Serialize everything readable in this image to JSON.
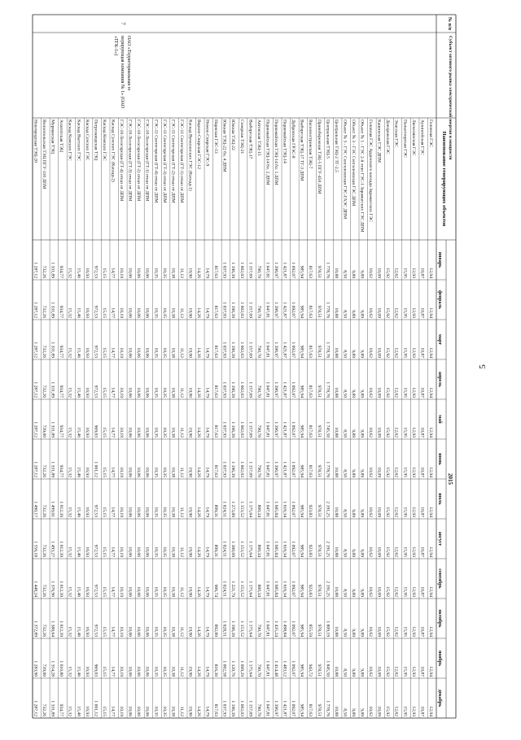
{
  "document": {
    "page_number": "5",
    "header": {
      "col_num": "№ п/п",
      "col_subject": "Субъект оптового рынка электрической энергии и мощности",
      "col_objects": "Наименование генерирующих объектов",
      "year": "2015",
      "months": [
        "январь",
        "февраль",
        "март",
        "апрель",
        "май",
        "июнь",
        "июль",
        "август",
        "сентябрь",
        "октябрь",
        "ноябрь",
        "декабрь"
      ]
    },
    "row_number": "7",
    "subject": "ОАО «Территориальная генерирующая компания № 1» (ОАО «ТГК-1»)",
    "rows": [
      {
        "name": "Головная ГЭС",
        "vals": [
          "12,94",
          "12,94",
          "12,94",
          "12,94",
          "12,94",
          "12,94",
          "12,94",
          "12,94",
          "12,94",
          "12,94",
          "12,94",
          "12,94"
        ]
      },
      {
        "name": "Аунинойская ГЭС",
        "vals": [
          "10,87",
          "10,87",
          "10,87",
          "10,87",
          "10,87",
          "10,87",
          "10,87",
          "10,87",
          "10,87",
          "10,87",
          "10,87",
          "10,87"
        ]
      },
      {
        "name": "Ляскелянская ГЭС",
        "vals": [
          "12,93",
          "12,93",
          "12,93",
          "12,93",
          "12,93",
          "12,93",
          "12,93",
          "12,93",
          "12,93",
          "12,93",
          "12,93",
          "12,93"
        ]
      },
      {
        "name": "Пальеозерская ГЭС",
        "vals": [
          "15,95",
          "15,95",
          "15,95",
          "15,95",
          "15,95",
          "15,95",
          "15,95",
          "15,95",
          "15,95",
          "15,95",
          "15,95",
          "15,95"
        ]
      },
      {
        "name": "Эпасская ГЭС",
        "vals": [
          "12,62",
          "12,62",
          "12,62",
          "12,62",
          "12,62",
          "12,62",
          "12,62",
          "12,62",
          "12,62",
          "12,62",
          "12,62",
          "12,62"
        ]
      },
      {
        "name": "Днепровская ГЭС",
        "vals": [
          "15,92",
          "15,92",
          "15,92",
          "15,92",
          "15,92",
          "15,92",
          "15,92",
          "15,92",
          "15,92",
          "15,92",
          "15,92",
          "15,92"
        ]
      },
      {
        "name": "Кашинская ГЭС ДПМ",
        "vals": [
          "10,09",
          "10,09",
          "10,09",
          "10,09",
          "10,09",
          "10,09",
          "10,09",
          "10,09",
          "10,09",
          "10,09",
          "10,09",
          "10,09"
        ]
      },
      {
        "name": "Головная ГЭС Ардонского каскада Зарамагских ГЭС",
        "vals": [
          "10,62",
          "10,62",
          "10,62",
          "10,62",
          "10,62",
          "10,62",
          "10,62",
          "10,62",
          "10,62",
          "10,62",
          "10,62",
          "10,62"
        ]
      },
      {
        "name": "Объект № 1 - ГЭС 2-й этап ГЭС-1 Зарамагских ГЭС ДПМ",
        "vals": [
          "9,89",
          "9,89",
          "9,89",
          "9,89",
          "9,89",
          "9,89",
          "9,89",
          "9,89",
          "9,89",
          "9,89",
          "9,89",
          "9,89"
        ]
      },
      {
        "name": "Объект № 3 - ГЭС Сенгилеевская ГЭС ДПМ",
        "vals": [
          "9,89",
          "9,89",
          "9,89",
          "9,89",
          "9,89",
          "9,89",
          "9,89",
          "9,89",
          "9,89",
          "9,89",
          "9,89",
          "9,89"
        ]
      },
      {
        "name": "Объект № 3 - ГЭС Сенгилеевская ГЭС-ГАЭС ДПМ",
        "vals": [
          "8,50",
          "8,50",
          "8,50",
          "8,50",
          "8,50",
          "8,50",
          "8,50",
          "8,50",
          "8,50",
          "8,50",
          "8,50",
          "8,50"
        ]
      },
      {
        "name": "Центральная ТЭЦ-2 ТГ-2,5",
        "vals": [
          "10,88",
          "10,88",
          "10,88",
          "10,88",
          "10,88",
          "10,88",
          "10,88",
          "10,88",
          "10,88",
          "10,88",
          "10,88",
          "10,88"
        ]
      },
      {
        "name": "Центральная ТЭЦ-5",
        "vals": [
          "1 778,76",
          "1 778,76",
          "1 778,76",
          "1 778,76",
          "1 745,50",
          "1 778,76",
          "2 191,25",
          "2 191,25",
          "2 191,25",
          "1 809,19",
          "1 845,50",
          "1 778,76"
        ]
      },
      {
        "name": "Правобережная ТЭЦ-5 ПГУ-450 ДПМ",
        "vals": [
          "978,51",
          "978,51",
          "978,51",
          "978,51",
          "978,51",
          "978,51",
          "978,51",
          "978,51",
          "978,51",
          "978,51",
          "978,51",
          "978,51"
        ]
      },
      {
        "name": "Василеостровская ТЭЦ-7",
        "vals": [
          "817,63",
          "817,63",
          "817,63",
          "817,63",
          "817,63",
          "817,63",
          "923,83",
          "923,83",
          "923,83",
          "855,59",
          "943,72",
          "817,63"
        ]
      },
      {
        "name": "Выборгская ТЭЦ-17 ТГ-3 ДПМ",
        "vals": [
          "985,94",
          "985,94",
          "985,94",
          "985,94",
          "985,94",
          "985,94",
          "985,94",
          "985,94",
          "985,94",
          "985,94",
          "985,94",
          "985,94"
        ]
      },
      {
        "name": "Дубровская ГРЭС-8",
        "vals": [
          "1 092,07",
          "1 092,07",
          "1 092,07",
          "1 092,07",
          "1 092,07",
          "1 092,07",
          "1 092,07",
          "1 092,07",
          "1 092,07",
          "1 092,07",
          "1 092,07",
          "1 092,07"
        ]
      },
      {
        "name": "Первомайская ТЭЦ-14",
        "vals": [
          "1 421,87",
          "1 421,87",
          "1 421,87",
          "1 421,87",
          "1 421,87",
          "1 421,87",
          "1 616,34",
          "1 616,34",
          "1 616,34",
          "1 498,84",
          "1 483,12",
          "1 421,87"
        ]
      },
      {
        "name": "Первомайская ТЭЦ-14 бл. 1 ДПМ",
        "vals": [
          "1 396,97",
          "1 396,97",
          "1 396,97",
          "1 396,97",
          "1 396,97",
          "1 396,97",
          "1 685,84",
          "1 685,84",
          "1 685,84",
          "1 435,24",
          "1 414,48",
          "1 396,97"
        ]
      },
      {
        "name": "Первомайская ТЭЦ-14 бл. 2 ДПМ",
        "vals": [
          "1 047,81",
          "1 047,81",
          "1 047,81",
          "1 047,81",
          "1 047,81",
          "1 047,81",
          "1 047,81",
          "1 047,81",
          "1 047,81",
          "1 047,81",
          "1 047,81",
          "1 047,81"
        ]
      },
      {
        "name": "Автовская ТЭЦ-15",
        "vals": [
          "790,70",
          "790,70",
          "790,70",
          "790,70",
          "790,70",
          "790,70",
          "800,34",
          "800,34",
          "800,34",
          "790,70",
          "790,70",
          "790,70"
        ]
      },
      {
        "name": "Выборгская ТЭЦ-17",
        "vals": [
          "1 157,69",
          "1 157,69",
          "1 157,69",
          "1 157,69",
          "1 157,69",
          "1 157,69",
          "1 175,64",
          "1 175,64",
          "1 175,64",
          "1 175,64",
          "1 175,64",
          "1 157,69"
        ]
      },
      {
        "name": "Северная ТЭЦ-21",
        "vals": [
          "1 002,03",
          "1 002,03",
          "1 002,03",
          "1 002,03",
          "1 002,03",
          "1 002,03",
          "1 153,52",
          "1 153,52",
          "1 153,52",
          "1 153,52",
          "1 099,29",
          "1 002,03"
        ]
      },
      {
        "name": "Южная ТЭЦ-22",
        "vals": [
          "1 196,39",
          "1 196,39",
          "1 196,39",
          "1 196,39",
          "1 196,39",
          "1 196,39",
          "1 273,89",
          "1 300,09",
          "1 221,79",
          "1 196,39",
          "1 120,76",
          "1 196,39"
        ]
      },
      {
        "name": "Южная ТЭЦ-22 бл. 4 ДПМ",
        "vals": [
          "1 037,93",
          "1 037,93",
          "1 037,93",
          "1 037,93",
          "1 037,93",
          "1 037,93",
          "1 024,51",
          "1 024,51",
          "1 024,51",
          "1 028,51",
          "1 002,58",
          "1 037,93"
        ]
      },
      {
        "name": "Нарвская ГЭС-13",
        "vals": [
          "817,63",
          "817,63",
          "817,63",
          "817,63",
          "817,63",
          "817,63",
          "899,31",
          "899,31",
          "906,74",
          "892,89",
          "816,30",
          "817,63"
        ]
      },
      {
        "name": "Нижне-Свирская ГЭС-9",
        "vals": [
          "14,79",
          "14,79",
          "14,79",
          "14,79",
          "14,79",
          "14,79",
          "14,79",
          "14,79",
          "14,79",
          "14,79",
          "14,79",
          "14,79"
        ]
      },
      {
        "name": "Верхне-Свирская ГЭС-12",
        "vals": [
          "14,26",
          "14,26",
          "14,26",
          "14,26",
          "14,26",
          "14,26",
          "14,26",
          "14,26",
          "14,26",
          "14,26",
          "14,26",
          "14,26"
        ]
      },
      {
        "name": "Каскад Вуоксинских ГЭС (Каскад-1)",
        "vals": [
          "19,90",
          "19,90",
          "19,90",
          "19,90",
          "19,90",
          "19,90",
          "19,90",
          "19,90",
          "19,90",
          "19,90",
          "19,90",
          "19,90"
        ]
      },
      {
        "name": "ГЭС-11 Светогорская (ГТ-1) отказ от ДПМ",
        "vals": [
          "11,12",
          "11,12",
          "11,12",
          "11,12",
          "11,12",
          "11,12",
          "11,12",
          "11,12",
          "11,12",
          "11,12",
          "11,12",
          "11,12"
        ]
      },
      {
        "name": "ГЭС-11 Светогорская (ГТ-2) отказ от ДПМ",
        "vals": [
          "10,38",
          "10,38",
          "10,38",
          "10,38",
          "10,38",
          "10,38",
          "10,38",
          "10,38",
          "10,38",
          "10,38",
          "10,38",
          "10,38"
        ]
      },
      {
        "name": "ГЭС-11 Светогорская (ГТ-3) отказ от ДПМ",
        "vals": [
          "10,35",
          "10,35",
          "10,35",
          "10,35",
          "10,35",
          "10,35",
          "10,35",
          "10,35",
          "10,35",
          "10,35",
          "10,35",
          "10,35"
        ]
      },
      {
        "name": "ГЭС-11 Светогорская (ГТ-4) отказ от ДПМ",
        "vals": [
          "10,35",
          "10,35",
          "10,35",
          "10,35",
          "10,35",
          "10,35",
          "10,35",
          "10,35",
          "10,35",
          "10,35",
          "10,35",
          "10,35"
        ]
      },
      {
        "name": "ГЭС-10 Лесогорская (ГТ-1) отказ от ДПМ",
        "vals": [
          "10,06",
          "10,06",
          "10,06",
          "10,06",
          "10,06",
          "10,06",
          "10,06",
          "10,06",
          "10,06",
          "10,06",
          "10,06",
          "10,06"
        ]
      },
      {
        "name": "ГЭС-10 Лесогорская (ГТ-2) отказ от ДПМ",
        "vals": [
          "10,06",
          "10,06",
          "10,06",
          "10,06",
          "10,06",
          "10,06",
          "10,06",
          "10,06",
          "10,06",
          "10,06",
          "10,06",
          "10,06"
        ]
      },
      {
        "name": "ГЭС-10 Лесогорская (ГТ-3) отказ от ДПМ",
        "vals": [
          "10,06",
          "10,06",
          "10,06",
          "10,06",
          "10,06",
          "10,06",
          "10,06",
          "10,06",
          "10,06",
          "10,06",
          "10,06",
          "10,06"
        ]
      },
      {
        "name": "ГЭС-10 Лесогорская (ГТ-4) отказ от ДПМ",
        "vals": [
          "10,19",
          "10,19",
          "10,19",
          "10,19",
          "10,19",
          "10,19",
          "10,19",
          "10,19",
          "10,19",
          "10,19",
          "10,19",
          "10,19"
        ]
      },
      {
        "name": "Каскад Сунских ГЭС (Каскад-2)",
        "vals": [
          "14,77",
          "14,77",
          "14,77",
          "14,77",
          "14,77",
          "14,77",
          "14,77",
          "14,77",
          "14,77",
          "14,77",
          "14,77",
          "14,77"
        ]
      },
      {
        "name": "Каскад Кемских ГЭС",
        "vals": [
          "15,15",
          "15,15",
          "15,15",
          "15,15",
          "15,15",
          "15,15",
          "15,15",
          "15,15",
          "15,15",
          "15,15",
          "15,15",
          "15,15"
        ]
      },
      {
        "name": "Петрозаводская ТЭЦ",
        "vals": [
          "972,53",
          "972,53",
          "972,53",
          "972,53",
          "969,03",
          "1 001,12",
          "972,53",
          "972,53",
          "972,53",
          "972,53",
          "969,03",
          "1 001,12"
        ]
      },
      {
        "name": "Каскад Сунских ГЭС",
        "vals": [
          "16,93",
          "16,93",
          "16,93",
          "16,93",
          "16,93",
          "16,93",
          "16,93",
          "16,93",
          "16,93",
          "16,93",
          "16,93",
          "16,93"
        ]
      },
      {
        "name": "Каскад Выгских ГЭС",
        "vals": [
          "15,46",
          "15,46",
          "15,46",
          "15,46",
          "15,46",
          "15,46",
          "15,46",
          "15,46",
          "15,46",
          "15,46",
          "15,46",
          "15,46"
        ]
      },
      {
        "name": "Каскад Кемских ГЭС",
        "vals": [
          "15,32",
          "15,32",
          "15,32",
          "15,32",
          "15,32",
          "15,32",
          "15,32",
          "15,32",
          "15,32",
          "15,32",
          "15,32",
          "15,32"
        ]
      },
      {
        "name": "Апатитская ТЭЦ",
        "vals": [
          "934,77",
          "934,77",
          "934,77",
          "934,77",
          "934,77",
          "934,77",
          "1 012,39",
          "1 012,39",
          "1 012,39",
          "1 012,39",
          "1 010,80",
          "934,77"
        ]
      },
      {
        "name": "Мурманская ТЭЦ",
        "vals": [
          "1 331,89",
          "1 331,89",
          "1 331,89",
          "1 331,89",
          "1 331,89",
          "1 331,89",
          "1 499,01",
          "1 493,27",
          "1 376,96",
          "1 388,64",
          "1 354,28",
          "1 331,89"
        ]
      },
      {
        "name": "Волхопольская ТЭЦ ПГУ-110 ДПМ",
        "vals": [
          "732,26",
          "732,26",
          "732,26",
          "732,26",
          "739,00",
          "732,26",
          "732,26",
          "732,26",
          "732,26",
          "732,26",
          "739,00",
          "732,26"
        ]
      },
      {
        "name": "Новгородская ТЭЦ-20",
        "vals": [
          "1 287,12",
          "1 287,12",
          "1 287,12",
          "1 287,12",
          "1 287,12",
          "1 287,12",
          "1 490,17",
          "1 556,18",
          "1 448,24",
          "1 372,89",
          "1 283,90",
          "1 287,12"
        ]
      }
    ]
  }
}
